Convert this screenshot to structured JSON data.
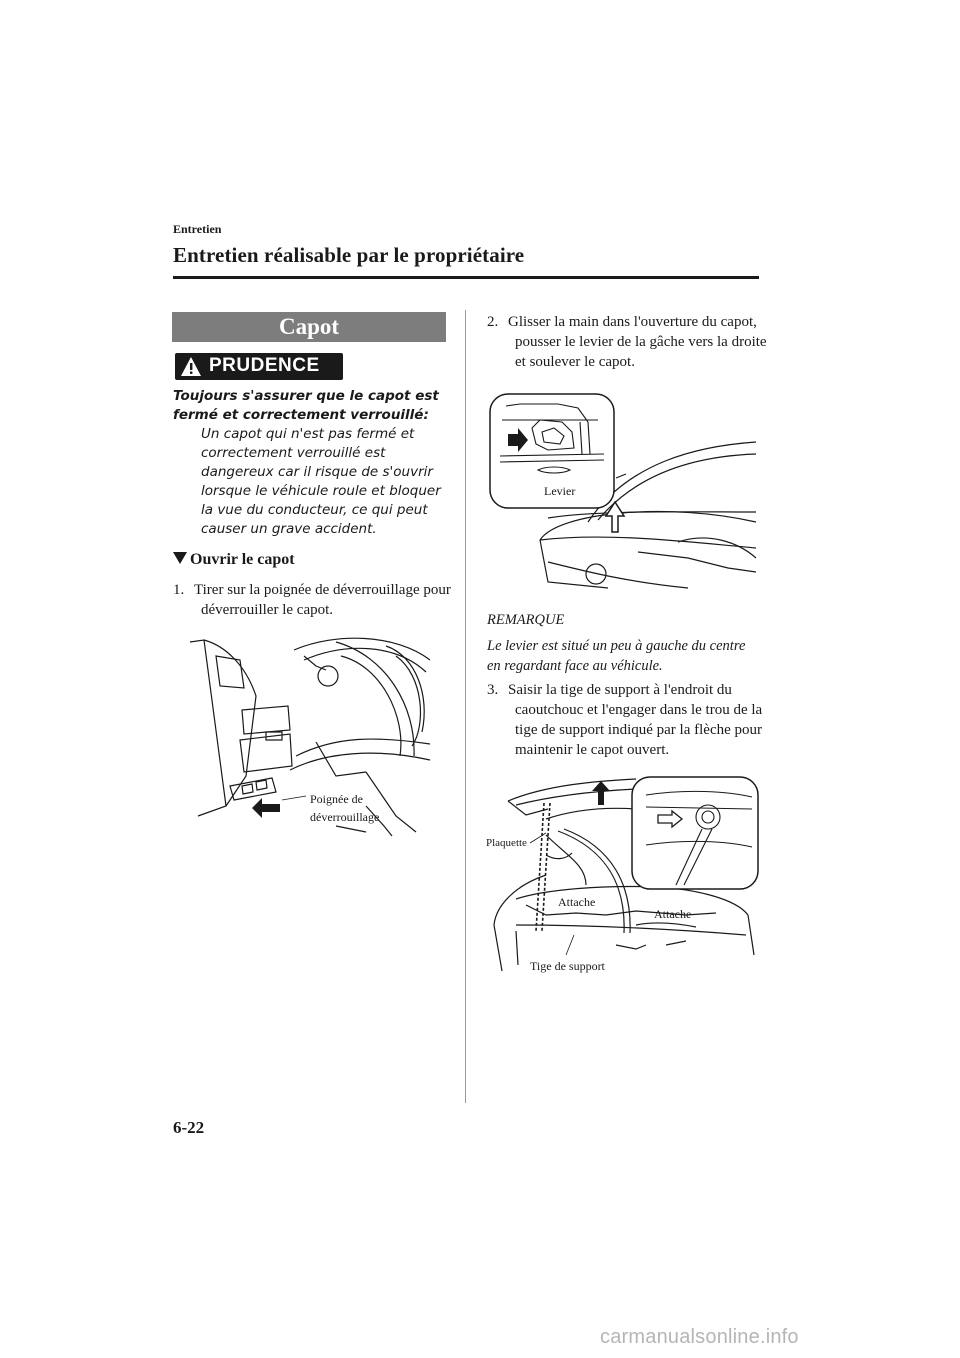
{
  "header": {
    "section": "Entretien",
    "title": "Entretien réalisable par le propriétaire"
  },
  "left_column": {
    "heading": "Capot",
    "caution": {
      "badge": "PRUDENCE",
      "head": "Toujours s'assurer que le capot est fermé et correctement verrouillé:",
      "body": "Un capot qui n'est pas fermé et correctement verrouillé est dangereux car il risque de s'ouvrir lorsque le véhicule roule et bloquer la vue du conducteur, ce qui peut causer un grave accident."
    },
    "subheading": "Ouvrir le capot",
    "step1": {
      "num": "1.",
      "text": "Tirer sur la poignée de déverrouillage pour déverrouiller le capot."
    },
    "figure1": {
      "callout_line1": "Poignée de",
      "callout_line2": "déverrouillage"
    }
  },
  "right_column": {
    "step2": {
      "num": "2.",
      "text": "Glisser la main dans l'ouverture du capot, pousser le levier de la gâche vers la droite et soulever le capot."
    },
    "figure2": {
      "callout": "Levier"
    },
    "note": {
      "title": "REMARQUE",
      "text": "Le levier est situé un peu à gauche du centre en regardant face au véhicule."
    },
    "step3": {
      "num": "3.",
      "text": "Saisir la tige de support à l'endroit du caoutchouc et l'engager dans le trou de la tige de support indiqué par la flèche pour maintenir le capot ouvert."
    },
    "figure3": {
      "callout_plaquette": "Plaquette",
      "callout_attache1": "Attache",
      "callout_attache2": "Attache",
      "callout_tige": "Tige de support"
    }
  },
  "footer": {
    "page_number": "6-22",
    "watermark": "carmanualsonline.info"
  }
}
